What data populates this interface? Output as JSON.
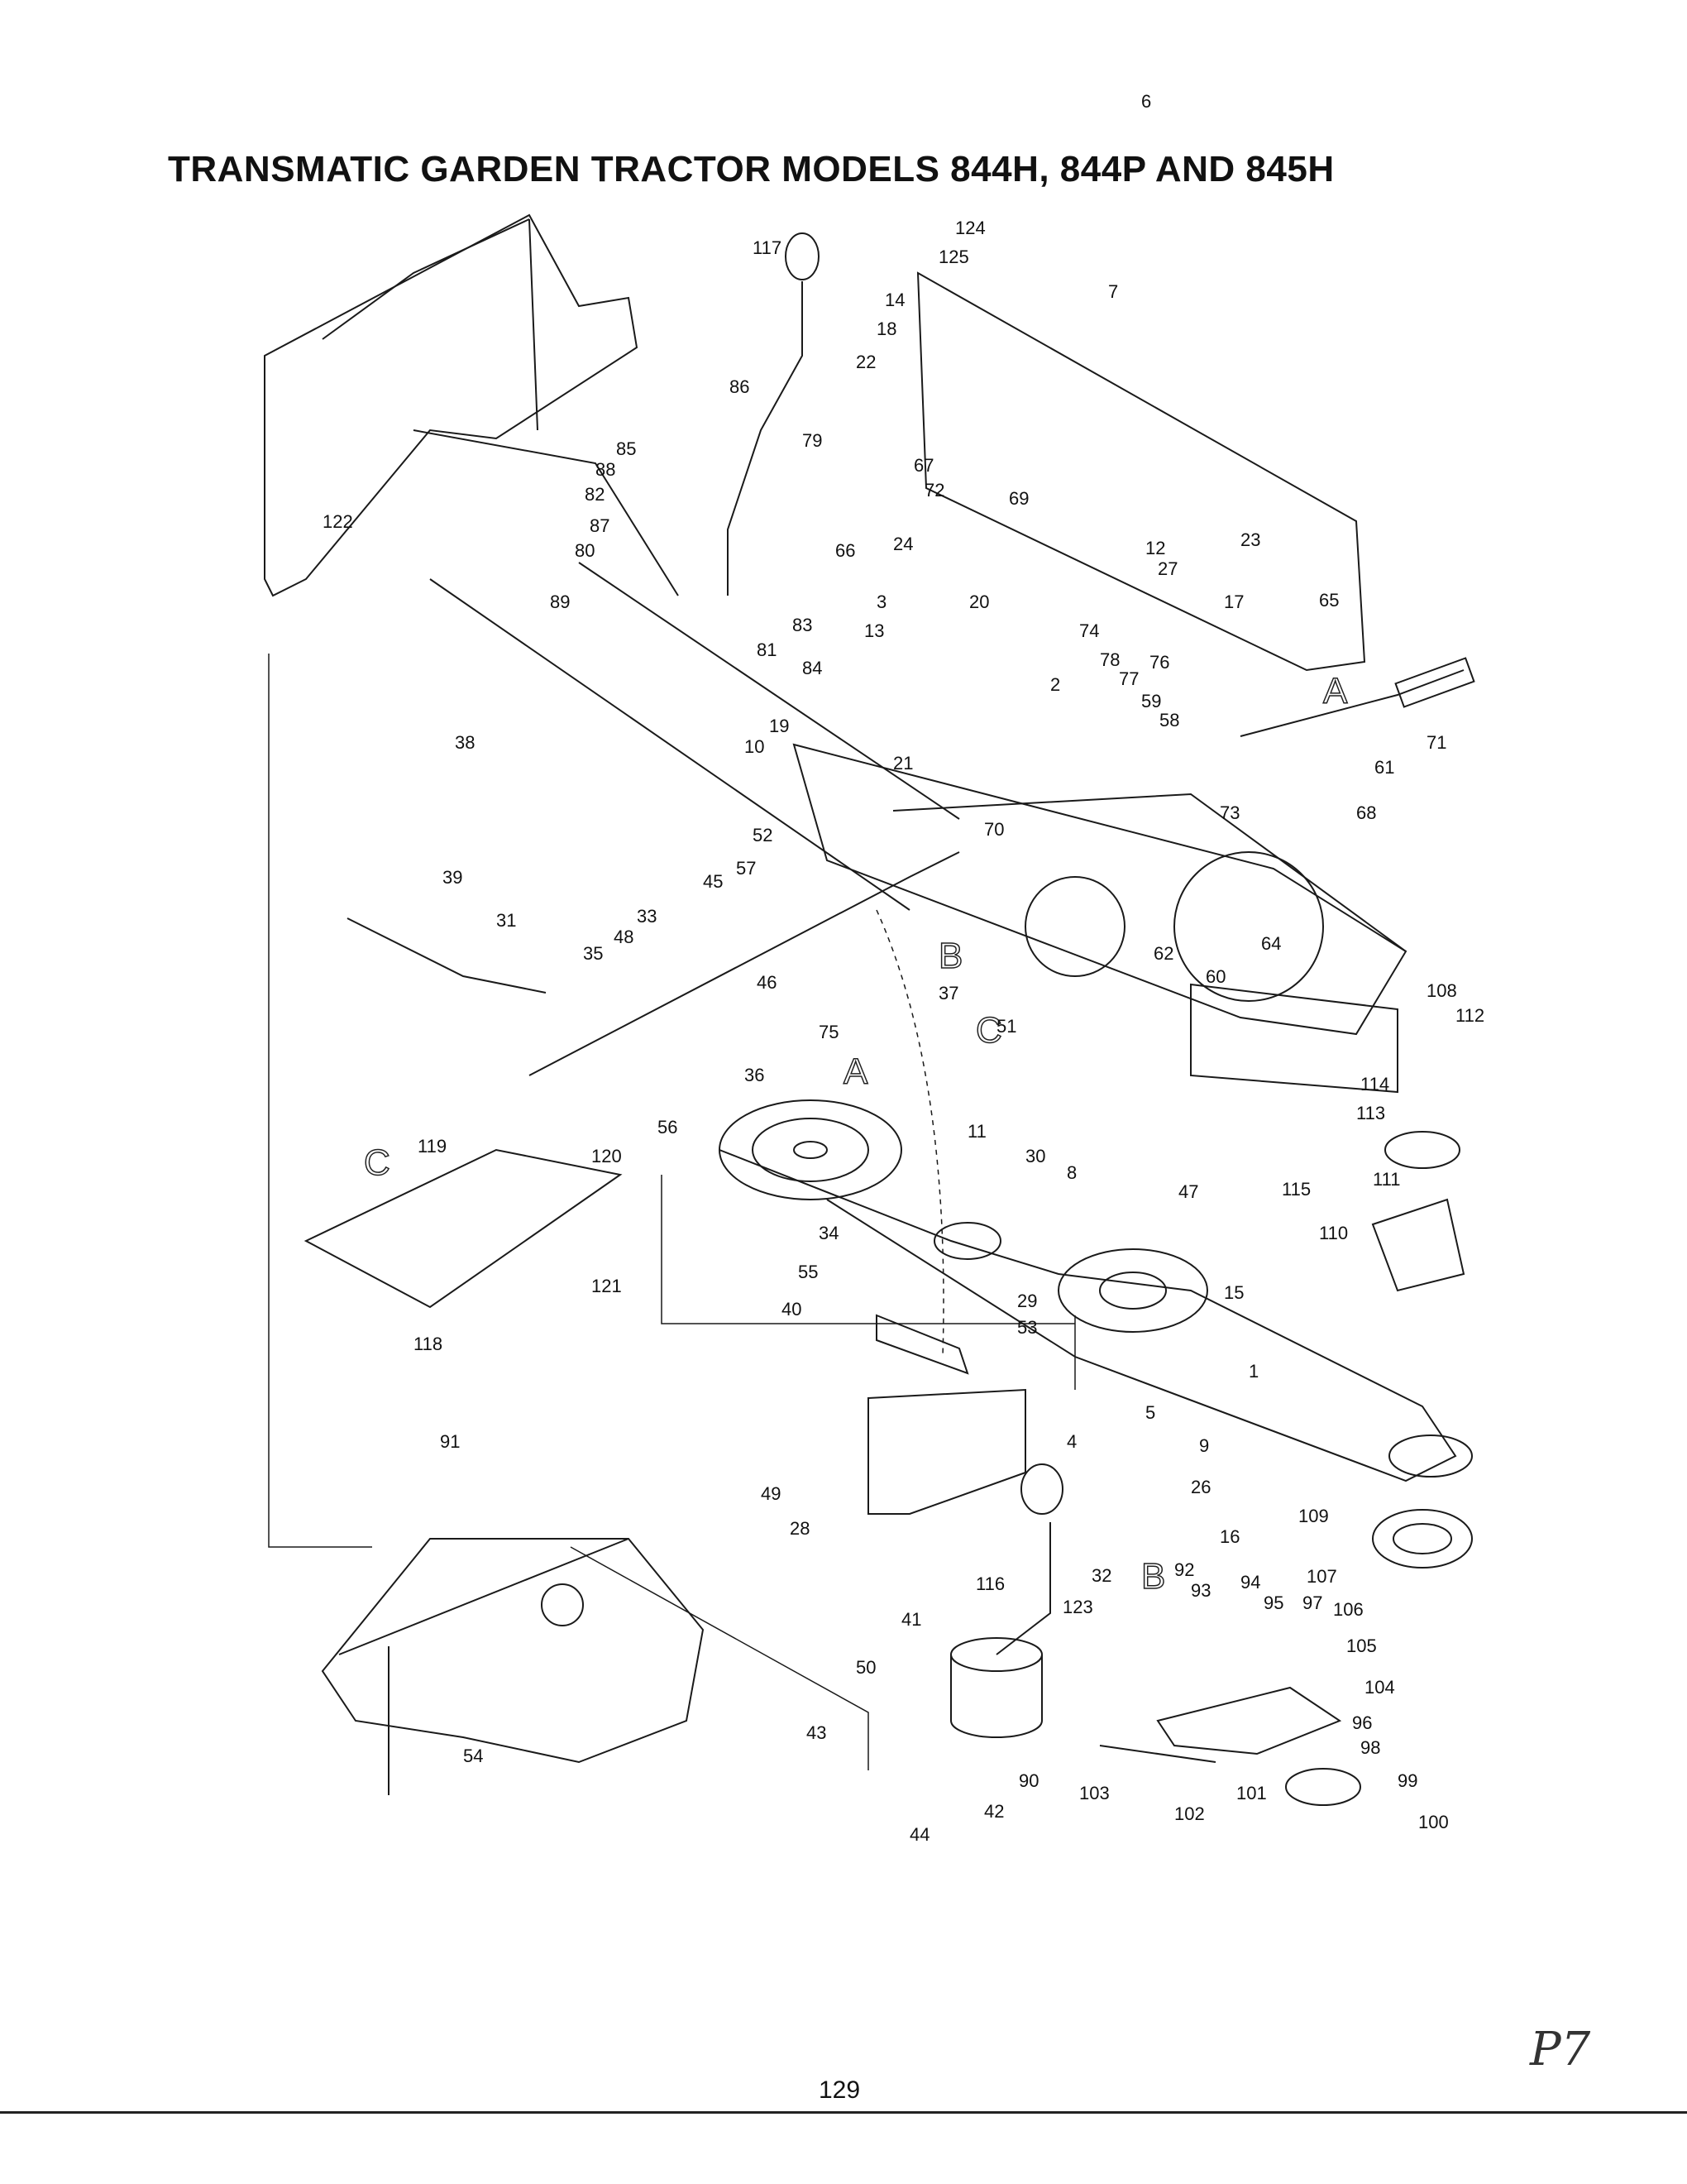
{
  "title": "TRANSMATIC GARDEN TRACTOR MODELS 844H, 844P AND 845H",
  "page_number": "129",
  "handwritten_mark": "P7",
  "callouts": [
    "1",
    "2",
    "3",
    "4",
    "5",
    "6",
    "7",
    "8",
    "9",
    "10",
    "11",
    "12",
    "13",
    "14",
    "15",
    "16",
    "17",
    "18",
    "19",
    "20",
    "21",
    "22",
    "23",
    "24",
    "26",
    "27",
    "28",
    "29",
    "30",
    "31",
    "32",
    "33",
    "34",
    "35",
    "36",
    "37",
    "38",
    "39",
    "40",
    "41",
    "42",
    "43",
    "44",
    "45",
    "46",
    "47",
    "48",
    "49",
    "50",
    "51",
    "52",
    "53",
    "54",
    "55",
    "56",
    "57",
    "58",
    "59",
    "60",
    "61",
    "62",
    "64",
    "65",
    "66",
    "67",
    "68",
    "69",
    "70",
    "71",
    "72",
    "73",
    "74",
    "75",
    "76",
    "77",
    "78",
    "79",
    "80",
    "81",
    "82",
    "83",
    "84",
    "85",
    "86",
    "87",
    "88",
    "89",
    "90",
    "91",
    "92",
    "93",
    "94",
    "95",
    "96",
    "97",
    "98",
    "99",
    "100",
    "101",
    "102",
    "103",
    "104",
    "105",
    "106",
    "107",
    "108",
    "109",
    "110",
    "111",
    "112",
    "113",
    "114",
    "115",
    "116",
    "117",
    "118",
    "119",
    "120",
    "121",
    "122",
    "123",
    "124",
    "125"
  ],
  "section_markers": [
    "A",
    "B",
    "C"
  ]
}
